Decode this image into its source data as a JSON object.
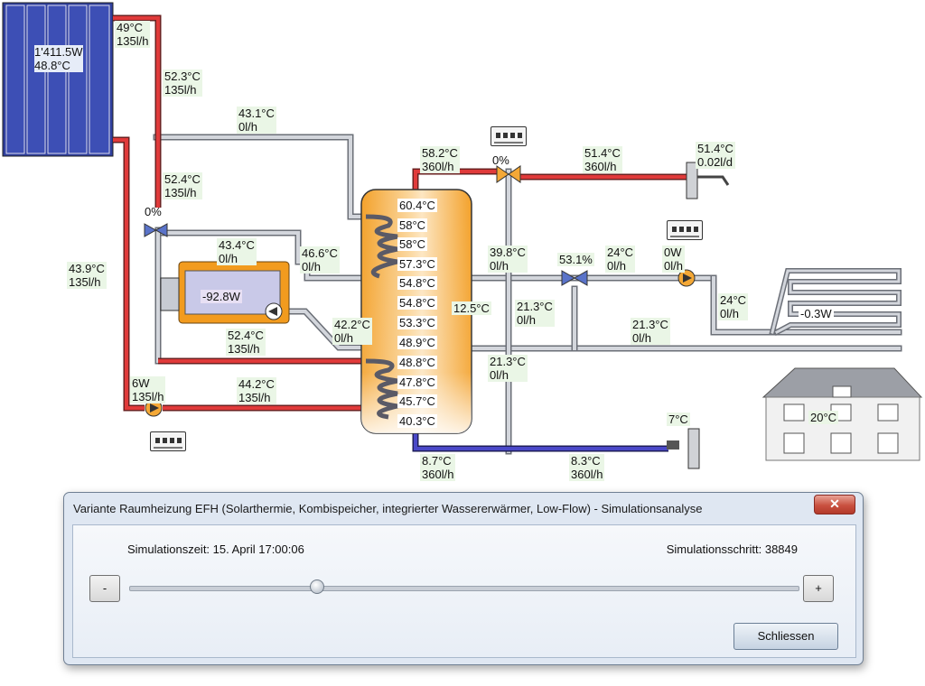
{
  "collector": {
    "power": "1'411.5W",
    "temp": "48.8°C"
  },
  "labels": {
    "l1": "49°C\n135l/h",
    "l2": "52.3°C\n135l/h",
    "l3": "43.1°C\n0l/h",
    "l4": "52.4°C\n135l/h",
    "l5": "0%",
    "l6": "43.4°C\n0l/h",
    "l7": "46.6°C\n0l/h",
    "l8": "43.9°C\n135l/h",
    "l9": "-92.8W",
    "l10": "52.4°C\n135l/h",
    "l11": "42.2°C\n0l/h",
    "l12": "6W\n135l/h",
    "l13": "44.2°C\n135l/h",
    "l14": "58.2°C\n360l/h",
    "l15": "0%",
    "l16": "51.4°C\n360l/h",
    "l17": "51.4°C\n0.02l/d",
    "l18": "39.8°C\n0l/h",
    "l19": "53.1%",
    "l20": "24°C\n0l/h",
    "l21": "0W\n0l/h",
    "l22": "12.5°C",
    "l23": "21.3°C\n0l/h",
    "l24": "24°C\n0l/h",
    "l25": "-0.3W",
    "l26": "21.3°C\n0l/h",
    "l27": "21.3°C\n0l/h",
    "l28": "20°C",
    "l29": "7°C",
    "l30": "8.7°C\n360l/h",
    "l31": "8.3°C\n360l/h"
  },
  "tank_temps": [
    "60.4°C",
    "58°C",
    "58°C",
    "57.3°C",
    "54.8°C",
    "54.8°C",
    "53.3°C",
    "48.9°C",
    "48.8°C",
    "47.8°C",
    "45.7°C",
    "40.3°C"
  ],
  "dialog": {
    "title": "Variante Raumheizung EFH (Solarthermie, Kombispeicher, integrierter Wassererwärmer, Low-Flow) - Simulationsanalyse",
    "close_glyph": "✕",
    "sim_time": "Simulationszeit: 15. April  17:00:06",
    "sim_step": "Simulationsschritt: 38849",
    "minus_label": "-",
    "plus_label": "+",
    "close_button": "Schliessen",
    "slider_fraction": 0.28
  },
  "colors": {
    "hot": "#e03a3a",
    "cold": "#4a48c8",
    "neutral": "#c7cbd3",
    "tank": "#f4a836"
  }
}
